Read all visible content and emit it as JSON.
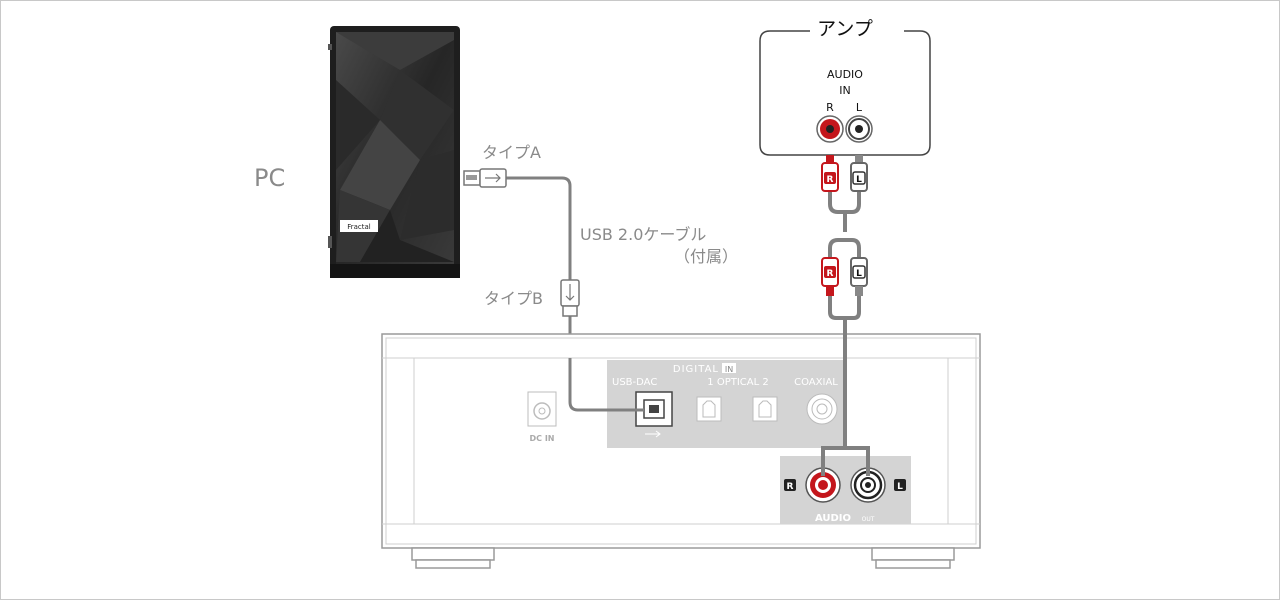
{
  "labels": {
    "pc": "PC",
    "type_a": "タイプA",
    "type_b": "タイプB",
    "cable_line1": "USB 2.0ケーブル",
    "cable_line2": "（付属）",
    "amp_title": "アンプ",
    "amp_audio": "AUDIO",
    "amp_in": "IN",
    "amp_r": "R",
    "amp_l": "L",
    "plug_r": "R",
    "plug_l": "L",
    "pc_brand": "Fractal",
    "digital_in_prefix": "DIGITAL",
    "digital_in_suffix": "IN",
    "usb_dac": "USB-DAC",
    "optical": "1 OPTICAL 2",
    "coaxial": "COAXIAL",
    "dc_in": "DC IN",
    "audio_out_r": "R",
    "audio_out_l": "L",
    "audio_out_label": "AUDIO",
    "audio_out_suffix": "OUT"
  },
  "colors": {
    "cable": "#808080",
    "label_gray": "#8a8a8a",
    "rca_red": "#c4161c",
    "panel_gray": "#d4d4d4",
    "device_outline": "#9a9a9a"
  }
}
